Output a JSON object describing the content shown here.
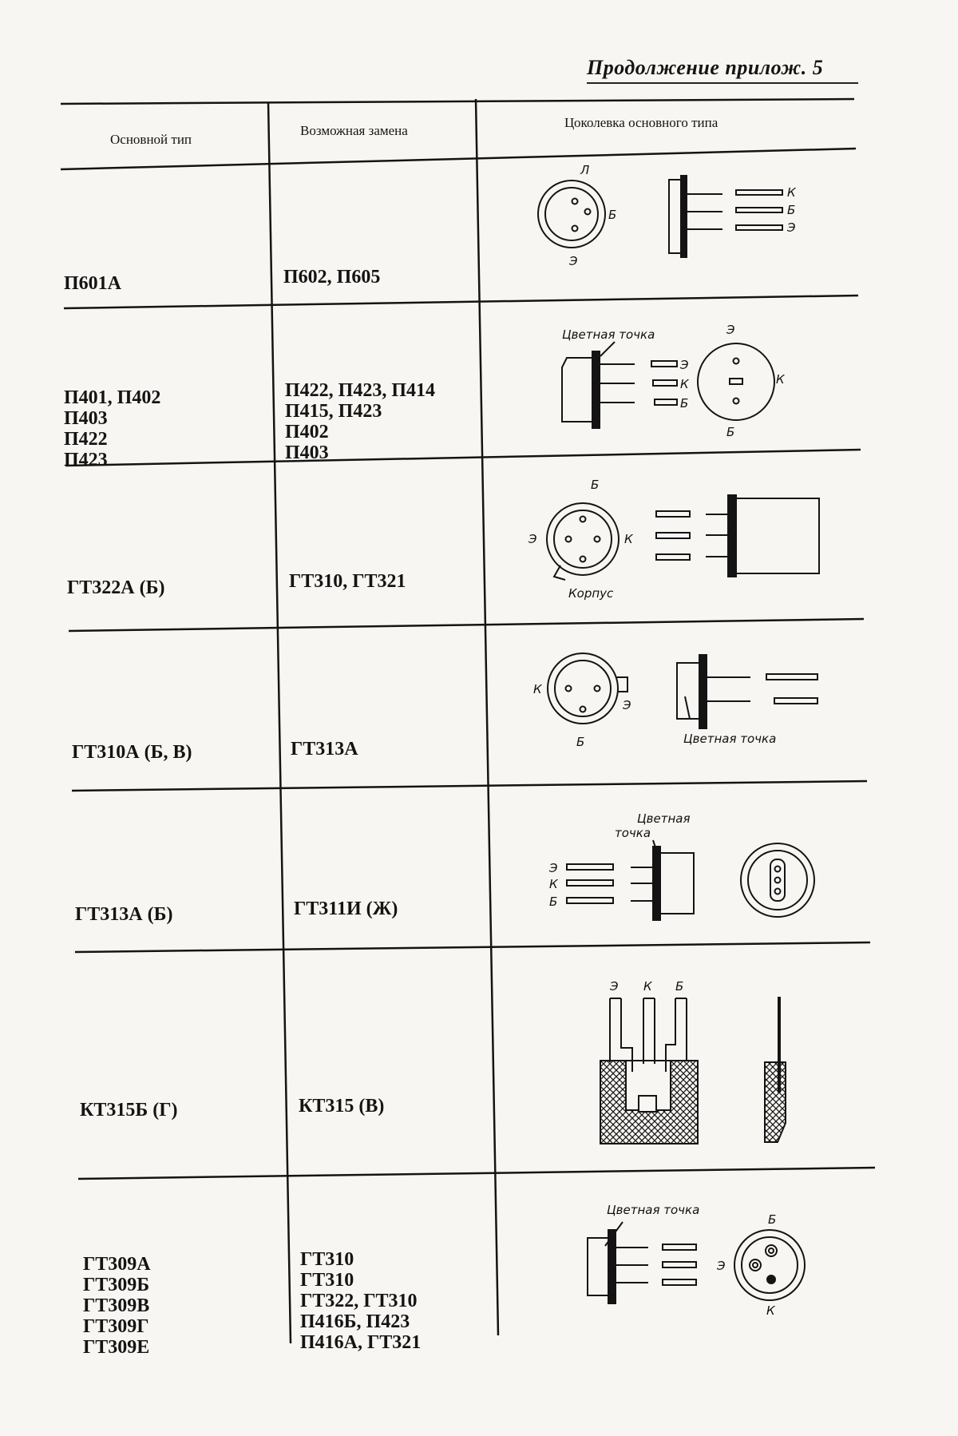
{
  "header": {
    "note": "Продолжение прилож. 5"
  },
  "columns": [
    "Основной тип",
    "Возможная замена",
    "Цоколевка основного типа"
  ],
  "rows": [
    {
      "main": [
        "П601А"
      ],
      "replacement": [
        "П602, П605"
      ]
    },
    {
      "main": [
        "П401, П402",
        "П403",
        "П422",
        "П423"
      ],
      "replacement": [
        "П422, П423, П414",
        "П415, П423",
        "П402",
        "П403"
      ]
    },
    {
      "main": [
        "ГТ322А (Б)"
      ],
      "replacement": [
        "ГТ310, ГТ321"
      ]
    },
    {
      "main": [
        "ГТ310А (Б, В)"
      ],
      "replacement": [
        "ГТ313А"
      ]
    },
    {
      "main": [
        "ГТ313А (Б)"
      ],
      "replacement": [
        "ГТ311И (Ж)"
      ]
    },
    {
      "main": [
        "КТ315Б (Г)"
      ],
      "replacement": [
        "КТ315 (В)"
      ]
    },
    {
      "main": [
        "ГТ309А",
        "ГТ309Б",
        "ГТ309В",
        "ГТ309Г",
        "ГТ309Е"
      ],
      "replacement": [
        "ГТ310",
        "ГТ310",
        "ГТ322, ГТ310",
        "П416Б, П423",
        "П416А, ГТ321"
      ]
    }
  ],
  "diagram_labels": {
    "r1": {
      "top": "Л",
      "right": "Б",
      "bottom": "Э",
      "pins": [
        "К",
        "Б",
        "Э"
      ]
    },
    "r2": {
      "dot": "Цветная точка",
      "top": "Э",
      "right": "К",
      "bottom": "Б",
      "pins": [
        "Э",
        "К",
        "Б"
      ]
    },
    "r3": {
      "top": "Б",
      "left": "Э",
      "right": "К",
      "case": "Корпус"
    },
    "r4": {
      "left": "К",
      "right": "Э",
      "bottom": "Б",
      "dot": "Цветная точка"
    },
    "r5": {
      "dot_line1": "Цветная",
      "dot_line2": "точка",
      "pins": [
        "Э",
        "К",
        "Б"
      ]
    },
    "r6": {
      "pins": [
        "Э",
        "К",
        "Б"
      ]
    },
    "r7": {
      "dot": "Цветная точка",
      "top": "Б",
      "left": "Э",
      "bottom": "К"
    }
  },
  "colors": {
    "ink": "#141414",
    "paper": "#f7f6f2"
  }
}
